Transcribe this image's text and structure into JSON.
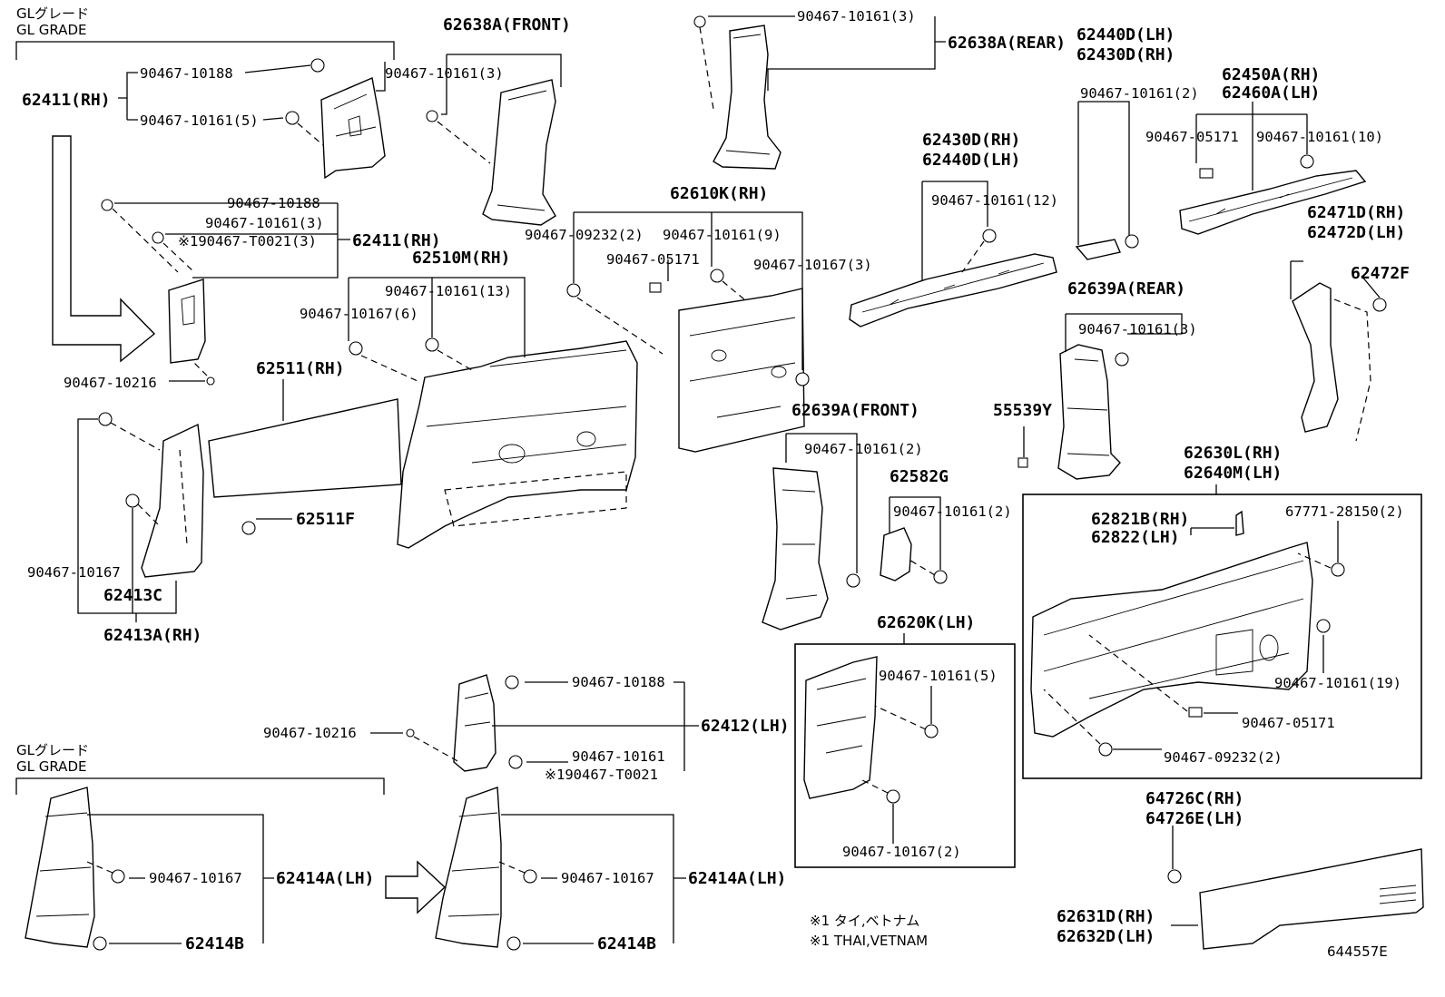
{
  "diagram_id": "644557E",
  "grade_label_jp": "GLグレード",
  "grade_label_en": "GL GRADE",
  "notes": [
    "※1 タイ,ベトナム",
    "※1 THAI,VETNAM"
  ],
  "labels": {
    "p62638A_front": "62638A(FRONT)",
    "p62638A_rear": "62638A(REAR)",
    "p62440D_LH_a": "62440D(LH)",
    "p62430D_RH_a": "62430D(RH)",
    "p62450A_RH": "62450A(RH)",
    "p62460A_LH": "62460A(LH)",
    "p62411_RH_a": "62411(RH)",
    "p62411_RH_b": "62411(RH)",
    "p62430D_RH_b": "62430D(RH)",
    "p62440D_LH_b": "62440D(LH)",
    "p62610K_RH": "62610K(RH)",
    "p62510M_RH": "62510M(RH)",
    "p62471D_RH": "62471D(RH)",
    "p62472D_LH": "62472D(LH)",
    "p62472F": "62472F",
    "p62639A_rear": "62639A(REAR)",
    "p62511_RH": "62511(RH)",
    "p62639A_front": "62639A(FRONT)",
    "p55539Y": "55539Y",
    "p62630L_RH": "62630L(RH)",
    "p62640M_LH": "62640M(LH)",
    "p62582G": "62582G",
    "p62821B_RH": "62821B(RH)",
    "p62822_LH": "62822(LH)",
    "p62511F": "62511F",
    "p62413C": "62413C",
    "p62413A_RH": "62413A(RH)",
    "p62620K_LH": "62620K(LH)",
    "p62412_LH": "62412(LH)",
    "p64726C_RH": "64726C(RH)",
    "p64726E_LH": "64726E(LH)",
    "p62414A_LH_a": "62414A(LH)",
    "p62414B_a": "62414B",
    "p62414A_LH_b": "62414A(LH)",
    "p62414B_b": "62414B",
    "p62631D_RH": "62631D(RH)",
    "p62632D_LH": "62632D(LH)"
  },
  "fasteners": {
    "f01": "90467-10161(3)",
    "f02": "90467-10188",
    "f03": "90467-10161(3)",
    "f04": "90467-10161(5)",
    "f05": "90467-10161(2)",
    "f06": "90467-05171",
    "f07": "90467-10161(10)",
    "f08": "90467-10188",
    "f09": "90467-10161(3)",
    "f10": "※190467-T0021(3)",
    "f11": "90467-10161(12)",
    "f12": "90467-09232(2)",
    "f13": "90467-10161(9)",
    "f14": "90467-05171",
    "f15": "90467-10167(3)",
    "f16": "90467-10161(13)",
    "f17": "90467-10167(6)",
    "f18": "90467-10161(3)",
    "f19": "90467-10216",
    "f20": "90467-10161(2)",
    "f21": "90467-10161(2)",
    "f22": "67771-28150(2)",
    "f23": "90467-10167",
    "f24": "90467-10161(19)",
    "f25": "90467-10161(5)",
    "f26": "90467-05171",
    "f27": "90467-10188",
    "f28": "90467-10216",
    "f29": "90467-10161",
    "f30": "※190467-T0021",
    "f31": "90467-09232(2)",
    "f32": "90467-10167(2)",
    "f33": "90467-10167",
    "f34": "90467-10167"
  }
}
